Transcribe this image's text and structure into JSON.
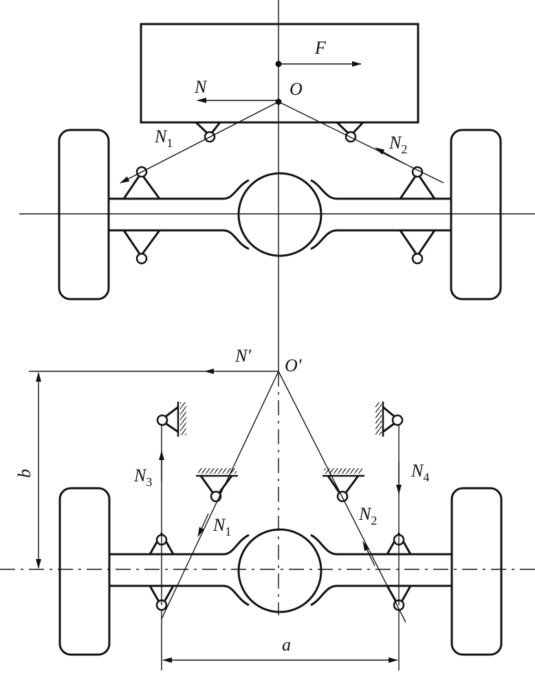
{
  "labels": {
    "F": "F",
    "N": "N",
    "O": "O",
    "N1": "N",
    "N1_sub": "1",
    "N2": "N",
    "N2_sub": "2",
    "N_prime": "N′",
    "O_prime": "O′",
    "N3": "N",
    "N3_sub": "3",
    "N4": "N",
    "N4_sub": "4",
    "N1_lower": "N",
    "N1_lower_sub": "1",
    "N2_lower": "N",
    "N2_lower_sub": "2",
    "a": "a",
    "b": "b"
  }
}
